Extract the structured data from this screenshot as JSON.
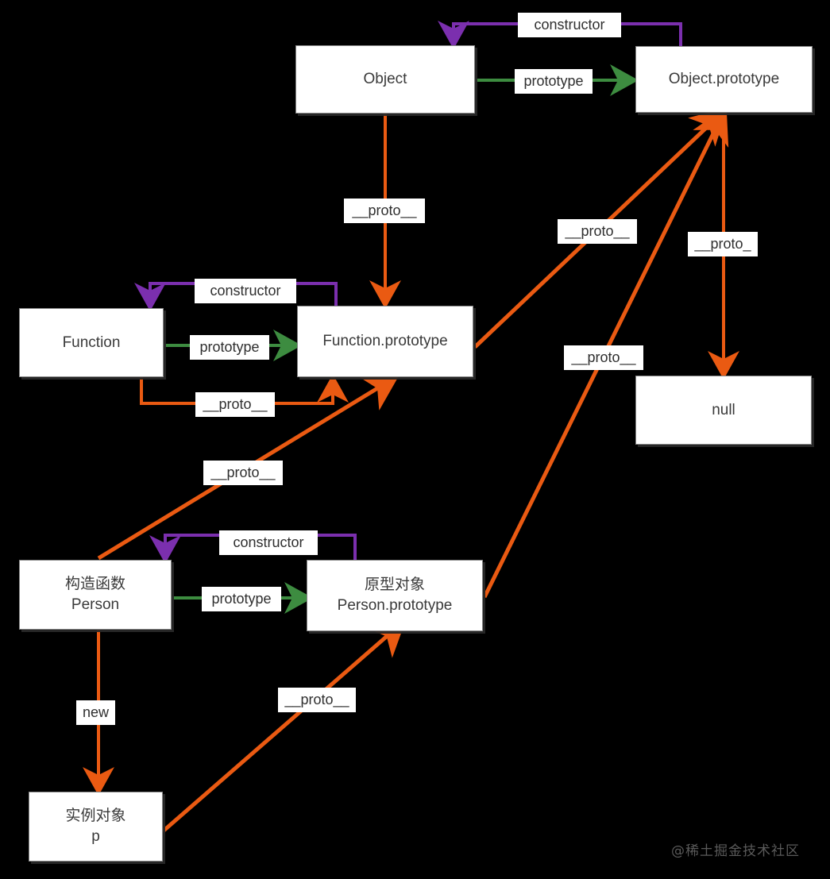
{
  "diagram": {
    "title": "JavaScript prototype chain",
    "background": "#000000",
    "colors": {
      "orange": "#ea5a12",
      "green": "#3d8c40",
      "purple": "#7b2fae",
      "node_fill": "#ffffff",
      "node_border": "#868686",
      "text": "#3a3a3a"
    },
    "nodes": [
      {
        "id": "object",
        "line1": "Object",
        "line2": ""
      },
      {
        "id": "object_prototype",
        "line1": "Object.prototype",
        "line2": ""
      },
      {
        "id": "function",
        "line1": "Function",
        "line2": ""
      },
      {
        "id": "function_prototype",
        "line1": "Function.prototype",
        "line2": ""
      },
      {
        "id": "person",
        "line1": "构造函数",
        "line2": "Person"
      },
      {
        "id": "person_prototype",
        "line1": "原型对象",
        "line2": "Person.prototype"
      },
      {
        "id": "instance_p",
        "line1": "实例对象",
        "line2": "p"
      },
      {
        "id": "null_node",
        "line1": "null",
        "line2": ""
      }
    ],
    "edge_labels": {
      "constructor_object": "constructor",
      "prototype_object": "prototype",
      "proto_object_to_functionproto": "__proto__",
      "constructor_function": "constructor",
      "prototype_function": "prototype",
      "proto_function_to_functionproto": "__proto__",
      "proto_functionproto_to_objectproto": "__proto__",
      "proto_objectproto_to_null": "__proto_",
      "proto_personproto_to_objectproto": "__proto__",
      "proto_person_to_functionproto": "__proto__",
      "constructor_person": "constructor",
      "prototype_person": "prototype",
      "new_label": "new",
      "proto_p_to_personproto": "__proto__"
    },
    "watermark": "@稀土掘金技术社区"
  }
}
